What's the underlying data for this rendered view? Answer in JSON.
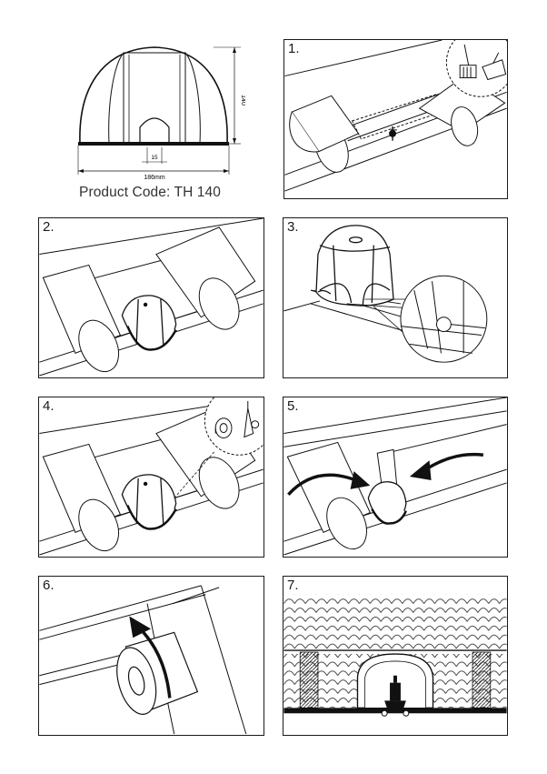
{
  "product": {
    "code_label": "Product Code: TH 140",
    "dim_height": "140",
    "dim_width": "186mm",
    "dim_slot": "15"
  },
  "steps": [
    {
      "number": "1.",
      "icons": [
        "brush-icon",
        "dustpan-icon"
      ]
    },
    {
      "number": "2."
    },
    {
      "number": "3."
    },
    {
      "number": "4.",
      "icons": [
        "tape-roll-icon",
        "adhesive-tube-icon"
      ]
    },
    {
      "number": "5."
    },
    {
      "number": "6."
    },
    {
      "number": "7."
    }
  ]
}
